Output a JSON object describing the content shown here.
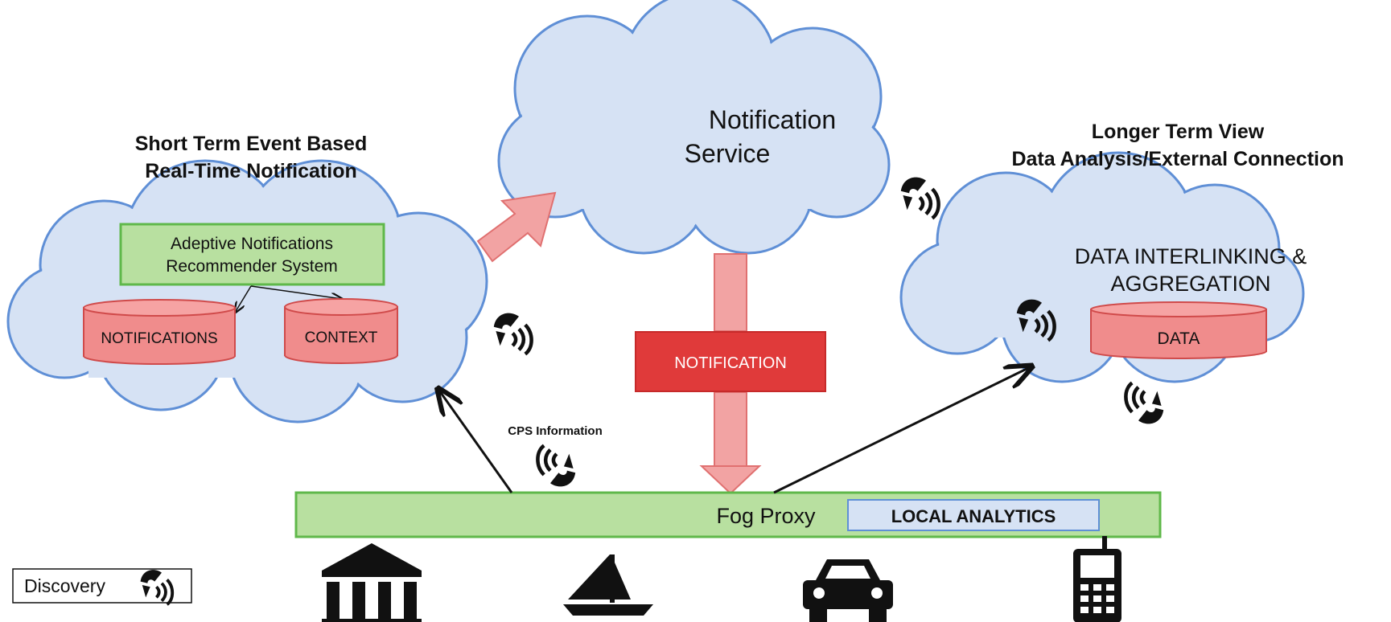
{
  "left_cloud": {
    "heading_line1": "Short Term Event Based",
    "heading_line2": "Real-Time Notification",
    "box_line1": "Adeptive Notifications",
    "box_line2": "Recommender System",
    "db_notifications": "NOTIFICATIONS",
    "db_context": "CONTEXT"
  },
  "center_cloud": {
    "line1": "Notification",
    "line2": "Service",
    "notification_box": "NOTIFICATION"
  },
  "right_cloud": {
    "heading_line1": "Longer Term View",
    "heading_line2": "Data Analysis/External Connection",
    "title_line1": "DATA INTERLINKING &",
    "title_line2": "AGGREGATION",
    "db_data": "DATA"
  },
  "cps_label": "CPS Information",
  "fog_proxy": {
    "label": "Fog Proxy",
    "local_analytics": "LOCAL ANALYTICS"
  },
  "legend": {
    "discovery": "Discovery"
  },
  "devices": [
    "building-icon",
    "sailboat-icon",
    "car-icon",
    "mobile-phone-icon"
  ],
  "colors": {
    "cloud_fill": "#d6e2f4",
    "cloud_stroke": "#5f8fd6",
    "green_fill": "#b8e0a0",
    "red_box": "#e03a3a",
    "pink_arrow": "#f2a3a3"
  }
}
